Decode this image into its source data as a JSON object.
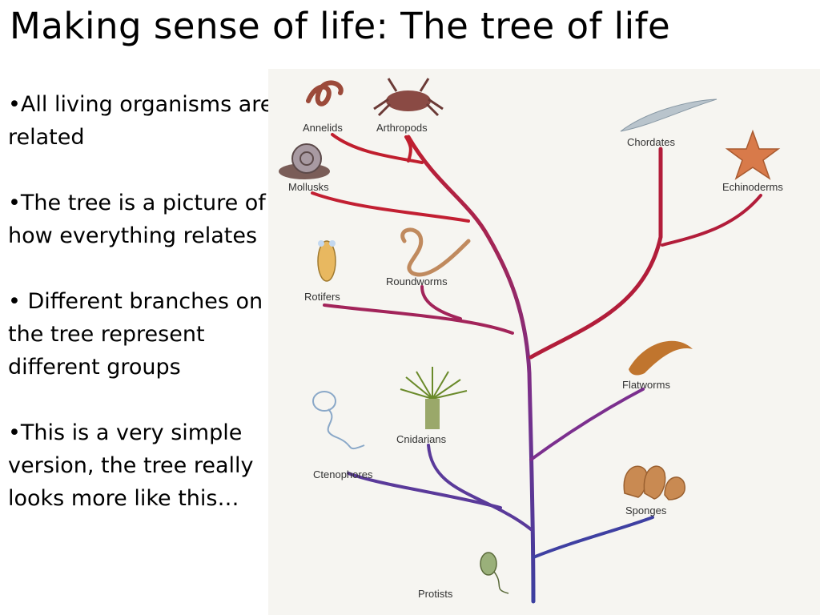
{
  "slide": {
    "title": "Making sense of life:  The tree of life",
    "bullets": [
      "•All living organisms are related",
      "•The tree is a picture of how everything relates",
      "• Different branches on the tree represent different groups",
      "•This is a very simple version, the tree really looks more like this…"
    ]
  },
  "tree": {
    "labels": {
      "annelids": "Annelids",
      "arthropods": "Arthropods",
      "mollusks": "Mollusks",
      "chordates": "Chordates",
      "echinoderms": "Echinoderms",
      "rotifers": "Rotifers",
      "roundworms": "Roundworms",
      "flatworms": "Flatworms",
      "cnidarians": "Cnidarians",
      "ctenophores": "Ctenophores",
      "sponges": "Sponges",
      "protists": "Protists"
    },
    "colors": {
      "trunk_bottom": "#3b3fa0",
      "trunk_top": "#c01e2e",
      "background": "#f6f5f1"
    }
  }
}
